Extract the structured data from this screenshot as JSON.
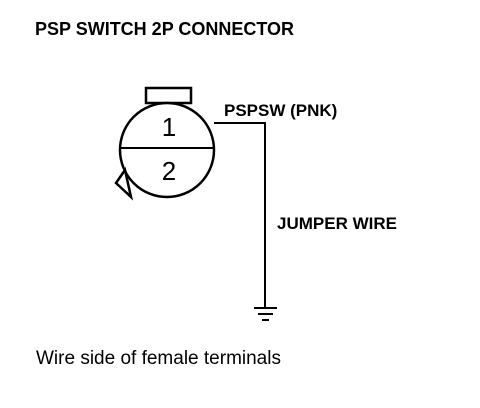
{
  "title": "PSP SWITCH 2P CONNECTOR",
  "connector": {
    "pins": [
      {
        "number": "1"
      },
      {
        "number": "2"
      }
    ]
  },
  "labels": {
    "signal": "PSPSW (PNK)",
    "jumper": "JUMPER WIRE"
  },
  "caption": "Wire side of female terminals"
}
